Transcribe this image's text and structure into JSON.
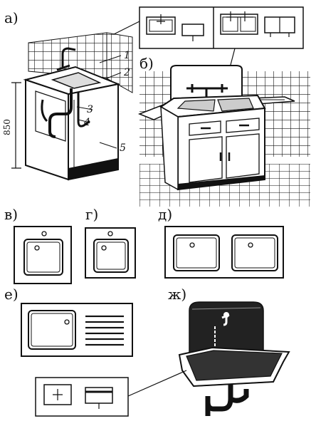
{
  "labels": {
    "a": "а)",
    "b": "б)",
    "v": "в)",
    "g": "г)",
    "d": "д)",
    "e": "е)",
    "zh": "ж)"
  },
  "callouts": {
    "n1": "1",
    "n2": "2",
    "n3": "3",
    "n4": "4",
    "n5": "5"
  },
  "dimension": "850",
  "colors": {
    "ink": "#111111",
    "paper": "#ffffff"
  }
}
